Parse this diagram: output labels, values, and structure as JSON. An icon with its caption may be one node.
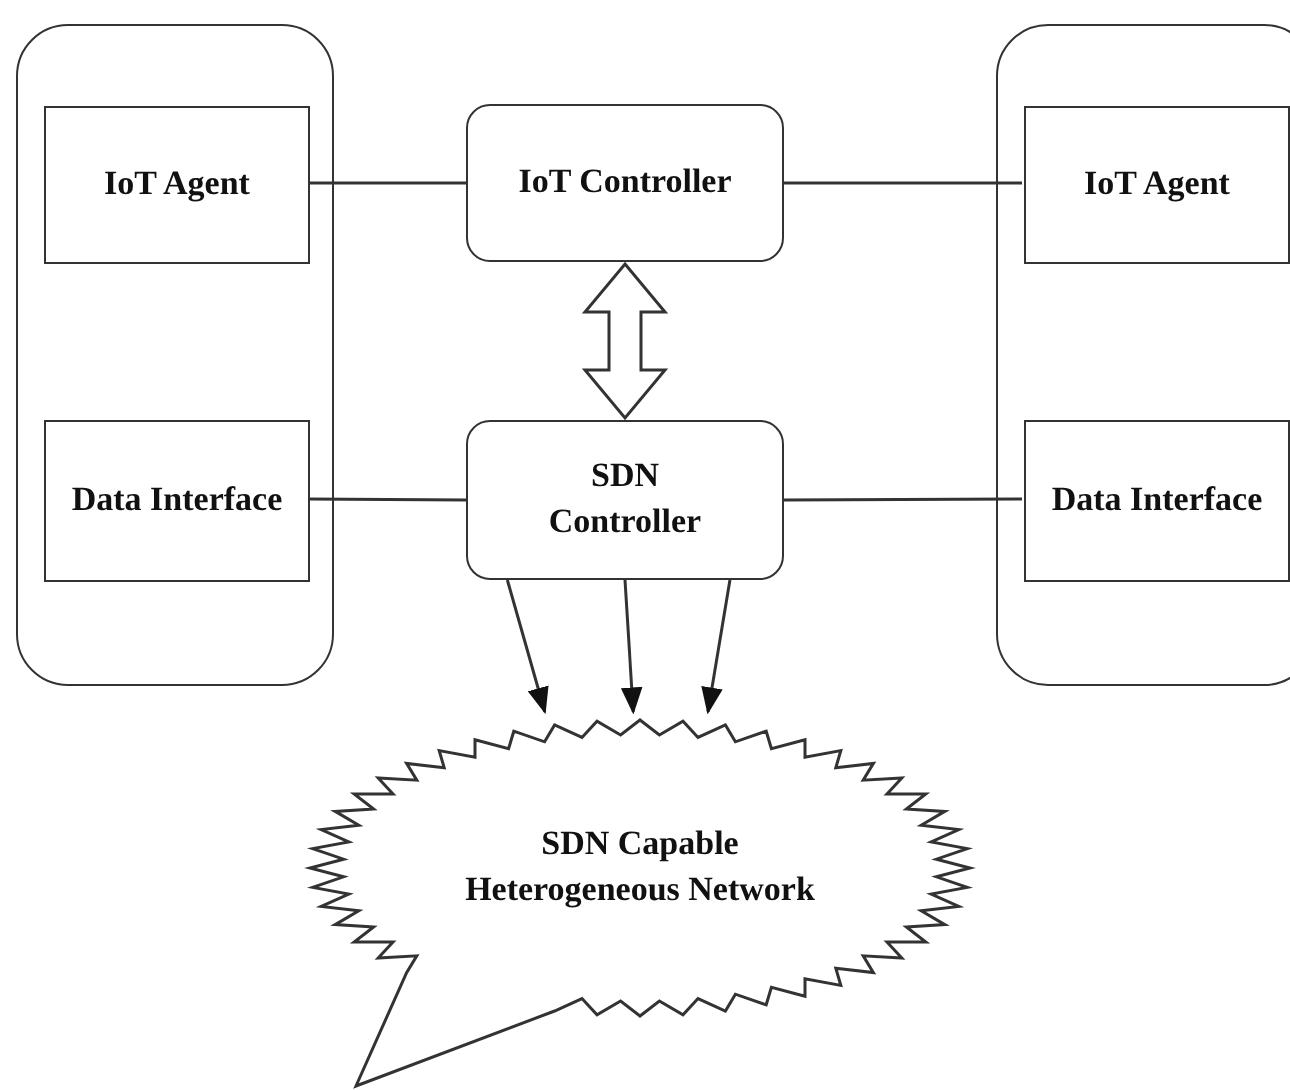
{
  "diagram": {
    "nodes": [
      {
        "text": [],
        "shape": "box"
      },
      {
        "text": [
          "IoT Agent"
        ],
        "in": 0
      },
      {
        "text": [
          "Data Interface"
        ],
        "in": 0
      },
      {
        "text": [
          "IoT Controller"
        ]
      },
      {
        "text": [
          "SDN Controller"
        ]
      },
      {
        "text": [],
        "shape": "box"
      },
      {
        "text": [
          "IoT Agent"
        ],
        "in": 5
      },
      {
        "text": [
          "Data Interface"
        ],
        "in": 5
      },
      {
        "text": [
          "SDN Capable Heterogeneous Network"
        ]
      }
    ],
    "edges": [
      {
        "from": 1,
        "to": 3,
        "arrow": "none"
      },
      {
        "from": 3,
        "to": 6,
        "arrow": "none"
      },
      {
        "from": 3,
        "to": 4,
        "arrow": "both",
        "style": "thick"
      },
      {
        "from": 2,
        "to": 4,
        "arrow": "none"
      },
      {
        "from": 4,
        "to": 7,
        "arrow": "none"
      },
      {
        "from": 4,
        "to": 8,
        "arrow": "to"
      },
      {
        "from": 4,
        "to": 8,
        "arrow": "to"
      },
      {
        "from": 4,
        "to": 8,
        "arrow": "to"
      }
    ]
  }
}
